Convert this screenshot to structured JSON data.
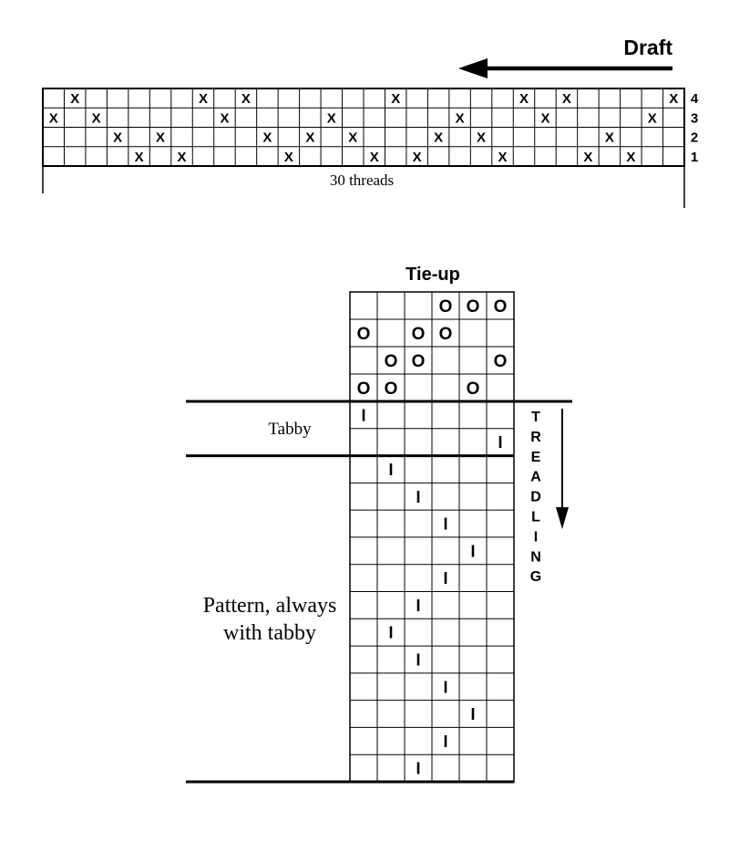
{
  "draft": {
    "title": "Draft",
    "thread_count_label": "30 threads",
    "cell_mark": "X",
    "shaft_labels": [
      "4",
      "3",
      "2",
      "1"
    ],
    "threading": [
      3,
      4,
      3,
      2,
      1,
      2,
      1,
      4,
      3,
      4,
      2,
      1,
      2,
      3,
      2,
      1,
      4,
      1,
      2,
      3,
      2,
      1,
      4,
      3,
      4,
      1,
      2,
      1,
      3,
      4
    ]
  },
  "tieup": {
    "title": "Tie-up",
    "cell_mark": "O",
    "rows": [
      [
        0,
        0,
        0,
        1,
        1,
        1
      ],
      [
        1,
        0,
        1,
        1,
        0,
        0
      ],
      [
        0,
        1,
        1,
        0,
        0,
        1
      ],
      [
        1,
        1,
        0,
        0,
        1,
        0
      ]
    ]
  },
  "treadling": {
    "label_letters": [
      "T",
      "R",
      "E",
      "A",
      "D",
      "L",
      "I",
      "N",
      "G"
    ],
    "cell_mark": "I",
    "sequence": [
      1,
      6,
      2,
      3,
      4,
      5,
      4,
      3,
      2,
      3,
      4,
      5,
      4,
      3
    ],
    "sections": [
      {
        "label_lines": [
          "Tabby"
        ],
        "row_span": 2
      },
      {
        "label_lines": [
          "Pattern, always",
          "with tabby"
        ],
        "row_span": 12
      }
    ]
  }
}
